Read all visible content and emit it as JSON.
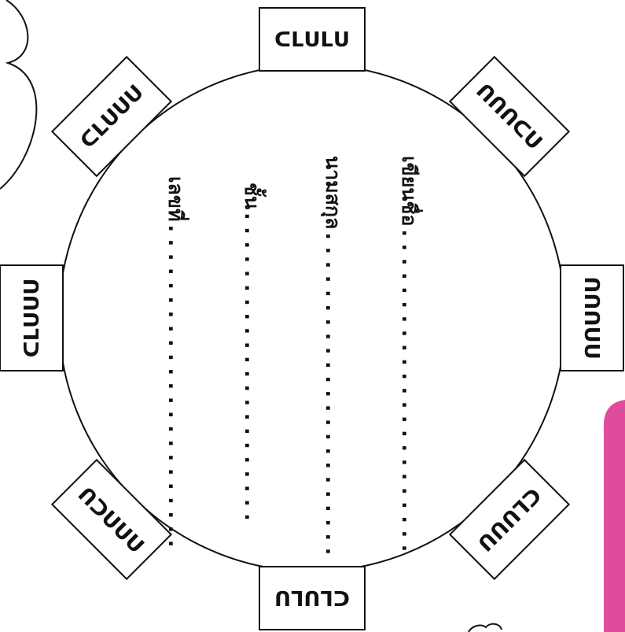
{
  "worksheet": {
    "boxes": [
      {
        "text": "ᑕᒪᑌᒪᑌ"
      },
      {
        "text": "ᑎᑎᑎᑕᑌ"
      },
      {
        "text": "ᑎᑎᑎᑌᑌ"
      },
      {
        "text": "ᑕᒪᑌᑌᑌ"
      },
      {
        "text": "ᑕᒪᑌᒪᑌ"
      },
      {
        "text": "ᑎᑎᑎᑕᑌ"
      },
      {
        "text": "ᑕᒪᑌᑌᑌ"
      },
      {
        "text": "ᑕᒪᑌᑌᑌ"
      }
    ],
    "fields": [
      {
        "label": "เขียนชื่อ"
      },
      {
        "label": "นามสกุล"
      },
      {
        "label": "ชั้น"
      },
      {
        "label": "เลขที่"
      }
    ]
  },
  "colors": {
    "accent": "#df4c9c",
    "ink": "#111111"
  }
}
